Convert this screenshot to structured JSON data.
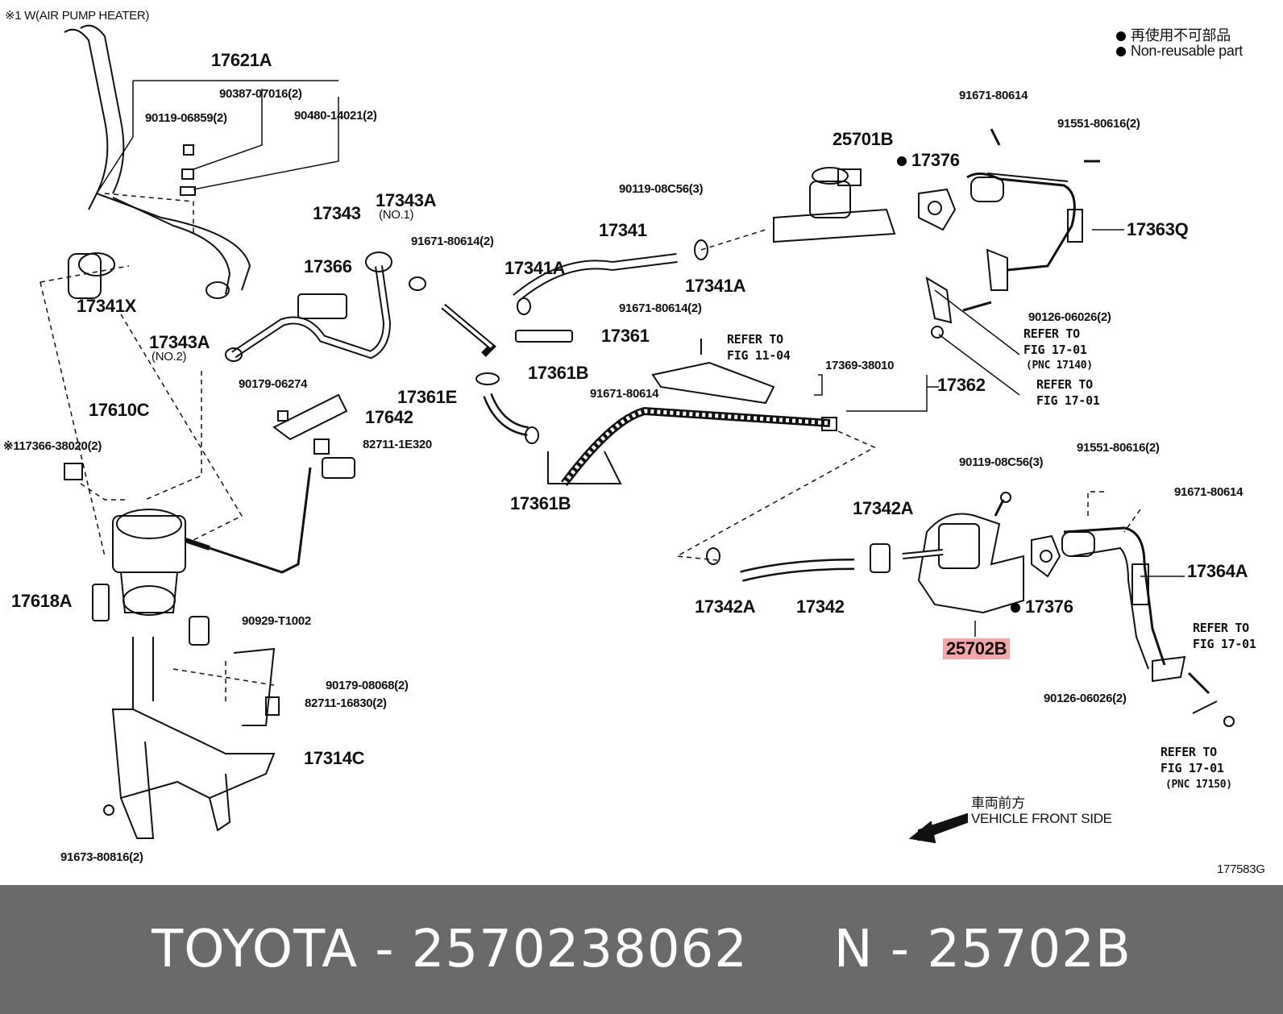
{
  "note_heater": "※1 W(AIR PUMP HEATER)",
  "legend": {
    "line1": "再使用不可部品",
    "line2": "Non-reusable part"
  },
  "labels": {
    "p17621A": "17621A",
    "p90387": "90387-07016(2)",
    "p90119a": "90119-06859(2)",
    "p90480": "90480-14021(2)",
    "p17341X": "17341X",
    "p17343": "17343",
    "p17343A1": "17343A",
    "p17343A1n": "(NO.1)",
    "p91671a": "91671-80614(2)",
    "p17366": "17366",
    "p17341A1": "17341A",
    "p17341": "17341",
    "p17341A2": "17341A",
    "p90119b": "90119-08C56(3)",
    "p25701B": "25701B",
    "p17376a": "17376",
    "p91671b": "91671-80614",
    "p91551a": "91551-80616(2)",
    "p17363Q": "17363Q",
    "p90126a": "90126-06026(2)",
    "p17343A2": "17343A",
    "p17343A2n": "(NO.2)",
    "p17361": "17361",
    "p91671c": "91671-80614(2)",
    "p_ref1104a": "REFER TO",
    "p_ref1104b": "FIG 11-04",
    "p17369": "17369-38010",
    "p17362": "17362",
    "p_ref1701a1": "REFER TO",
    "p_ref1701a2": "FIG 17-01",
    "p_pnc17140": "(PNC 17140)",
    "p_ref1701b1": "REFER TO",
    "p_ref1701b2": "FIG 17-01",
    "p90179a": "90179-06274",
    "p17361B1": "17361B",
    "p17361E": "17361E",
    "p91671d": "91671-80614",
    "p17642": "17642",
    "p17610C": "17610C",
    "p17366n": "※117366-38020(2)",
    "p82711a": "82711-1E320",
    "p17361B2": "17361B",
    "p90119c": "90119-08C56(3)",
    "p91551b": "91551-80616(2)",
    "p91671e": "91671-80614",
    "p17342A1": "17342A",
    "p17364A": "17364A",
    "p17618A": "17618A",
    "p17342A2": "17342A",
    "p17342": "17342",
    "p17376b": "17376",
    "p25702B": "25702B",
    "p90929": "90929-T1002",
    "p_ref1701c1": "REFER TO",
    "p_ref1701c2": "FIG 17-01",
    "p90179b": "90179-08068(2)",
    "p82711b": "82711-16830(2)",
    "p90126b": "90126-06026(2)",
    "p17314C": "17314C",
    "p_ref1701d1": "REFER TO",
    "p_ref1701d2": "FIG 17-01",
    "p_pnc17150": "(PNC 17150)",
    "p91673": "91673-80816(2)",
    "front_jp": "車両前方",
    "front_en": "VEHICLE FRONT SIDE",
    "fig_code": "177583G"
  },
  "footer": {
    "brand": "TOYOTA",
    "sep1": " - ",
    "part_number": "2570238062",
    "gap": "     ",
    "n_label": "N",
    "sep2": " - ",
    "ref": "25702B"
  },
  "colors": {
    "highlight": "#f4a7a9",
    "footer_bg": "#6a6a6a"
  }
}
